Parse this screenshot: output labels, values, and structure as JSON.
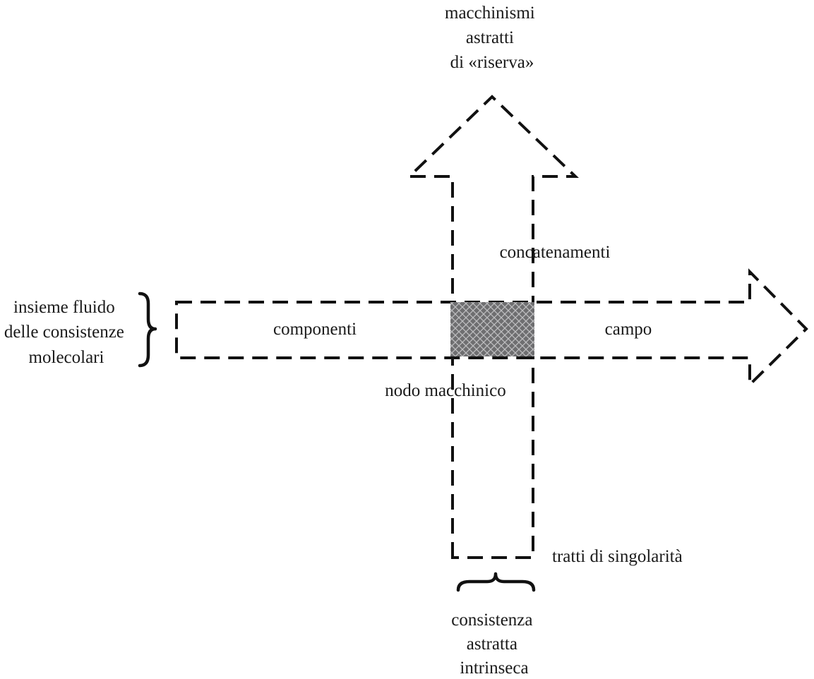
{
  "diagram": {
    "top_label": [
      "macchinismi",
      "astratti",
      "di «riserva»"
    ],
    "left_label": [
      "insieme fluido",
      "delle consistenze",
      "molecolari"
    ],
    "bottom_label": [
      "consistenza",
      "astratta",
      "intrinseca"
    ],
    "concatenamenti": "concatenamenti",
    "componenti": "componenti",
    "campo": "campo",
    "nodo_macchinico": "nodo macchinico",
    "tratti_di_singolarita": "tratti di singolarità"
  },
  "colors": {
    "stroke": "#111111",
    "node_fill": "#6e6e70",
    "hatch": "#bdbdbf"
  }
}
